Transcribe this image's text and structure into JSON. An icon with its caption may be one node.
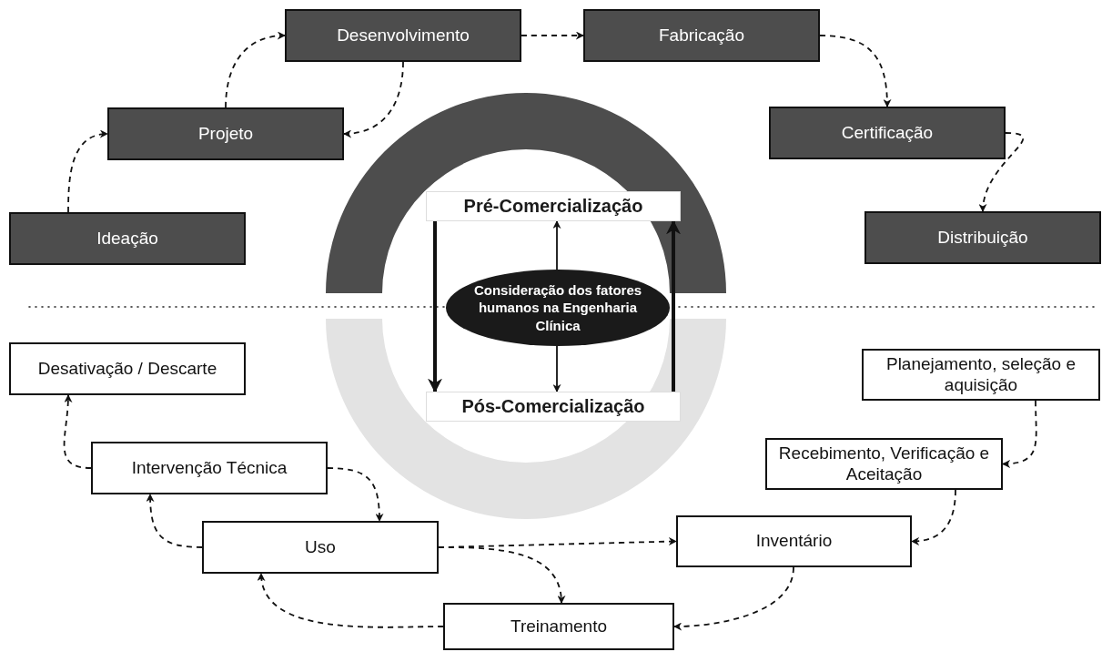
{
  "diagram": {
    "nodes": [
      {
        "text": [
          "Desenvolvimento"
        ]
      },
      {
        "text": [
          "Fabricação"
        ]
      },
      {
        "text": [
          "Projeto"
        ]
      },
      {
        "text": [
          "Certificação"
        ]
      },
      {
        "text": [
          "Pré-Comercialização"
        ]
      },
      {
        "text": [
          "Ideação"
        ]
      },
      {
        "text": [
          "Distribuição"
        ]
      },
      {
        "text": [
          "Consideração dos fatores humanos na Engenharia Clínica"
        ]
      },
      {
        "text": [
          "Planejamento, seleção e aquisição"
        ]
      },
      {
        "text": [
          "Desativação / Descarte"
        ]
      },
      {
        "text": [
          "Pós-Comercialização"
        ]
      },
      {
        "text": [
          "Recebimento, Verificação e Aceitação"
        ]
      },
      {
        "text": [
          "Intervenção Técnica"
        ]
      },
      {
        "text": [
          "Inventário"
        ]
      },
      {
        "text": [
          "Uso"
        ]
      },
      {
        "text": [
          "Treinamento"
        ]
      }
    ],
    "edges": [
      {
        "from": 5,
        "to": 2,
        "arrow": "to",
        "style": "dashed"
      },
      {
        "from": 2,
        "to": 0,
        "arrow": "to",
        "style": "dashed"
      },
      {
        "from": 0,
        "to": 2,
        "arrow": "to",
        "style": "dashed"
      },
      {
        "from": 0,
        "to": 1,
        "arrow": "to",
        "style": "dashed"
      },
      {
        "from": 1,
        "to": 3,
        "arrow": "to",
        "style": "dashed"
      },
      {
        "from": 3,
        "to": 6,
        "arrow": "to",
        "style": "dashed"
      },
      {
        "from": 8,
        "to": 11,
        "arrow": "to",
        "style": "dashed"
      },
      {
        "from": 11,
        "to": 13,
        "arrow": "to",
        "style": "dashed"
      },
      {
        "from": 13,
        "to": 15,
        "arrow": "to",
        "style": "dashed"
      },
      {
        "from": 15,
        "to": 14,
        "arrow": "to",
        "style": "dashed"
      },
      {
        "from": 14,
        "to": 13,
        "arrow": "to",
        "style": "dashed"
      },
      {
        "from": 14,
        "to": 15,
        "arrow": "to",
        "style": "dashed"
      },
      {
        "from": 14,
        "to": 12,
        "arrow": "to",
        "style": "dashed"
      },
      {
        "from": 12,
        "to": 14,
        "arrow": "to",
        "style": "dashed"
      },
      {
        "from": 12,
        "to": 9,
        "arrow": "to",
        "style": "dashed"
      },
      {
        "from": 7,
        "to": 4,
        "arrow": "to"
      },
      {
        "from": 7,
        "to": 10,
        "arrow": "to"
      },
      {
        "from": 4,
        "to": 10,
        "arrow": "to",
        "style": "thick"
      },
      {
        "from": 10,
        "to": 4,
        "arrow": "to",
        "style": "thick"
      }
    ]
  }
}
